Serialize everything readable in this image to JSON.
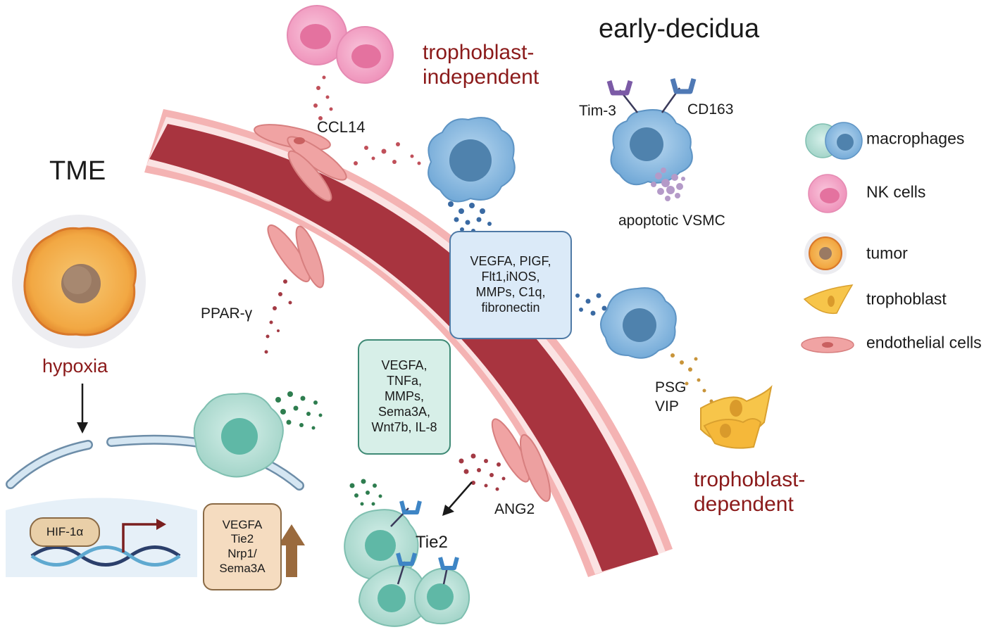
{
  "titles": {
    "early_decidua": "early-decidua",
    "tme": "TME",
    "trophoblast_independent": "trophoblast-\nindependent",
    "trophoblast_dependent": "trophoblast-\ndependent",
    "hypoxia": "hypoxia"
  },
  "labels": {
    "ccl14": "CCL14",
    "ppar": "PPAR-γ",
    "tim3": "Tim-3",
    "cd163": "CD163",
    "apoptotic_vsmc": "apoptotic VSMC",
    "psg_vip": "PSG\nVIP",
    "ang2": "ANG2",
    "tie2": "Tie2",
    "hif1a": "HIF-1α"
  },
  "boxes": {
    "blue": "VEGFA, PIGF,\nFlt1,iNOS,\nMMPs, C1q,\nfibronectin",
    "green": "VEGFA,\nTNFa,\nMMPs,\nSema3A,\nWnt7b, IL-8",
    "tan": "VEGFA\nTie2\nNrp1/\nSema3A"
  },
  "legend": [
    {
      "icon": "macrophage-icon",
      "label": "macrophages"
    },
    {
      "icon": "nk-cell-icon",
      "label": "NK cells"
    },
    {
      "icon": "tumor-icon",
      "label": "tumor"
    },
    {
      "icon": "trophoblast-icon",
      "label": "trophoblast"
    },
    {
      "icon": "endothelial-cell-icon",
      "label": "endothelial cells"
    }
  ],
  "colors": {
    "vessel": "#a8343f",
    "vessel_wall": "#f0a3a3",
    "macrophage_blue": "#7fb5e0",
    "macrophage_green": "#a9dcd2",
    "nk_pink": "#f29ac0",
    "tumor_orange": "#f4b04a",
    "trophoblast_yellow": "#f7c54a",
    "dark_red_text": "#8b1a1a"
  }
}
